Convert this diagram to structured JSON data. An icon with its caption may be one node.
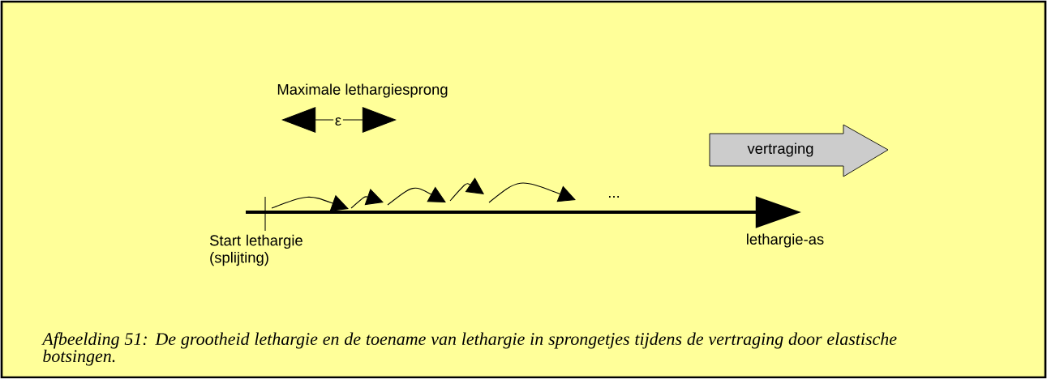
{
  "diagram": {
    "caption": "Afbeelding 51: De grootheid lethargie en de toename van lethargie in sprongetjes tijdens de vertraging door elastische botsingen.",
    "nodes": [
      {
        "text": [
          "vertraging"
        ]
      }
    ],
    "labels": [
      "Maximale lethargiesprong",
      "ε",
      "...",
      "Start lethargie (splijting)",
      "lethargie-as"
    ]
  }
}
